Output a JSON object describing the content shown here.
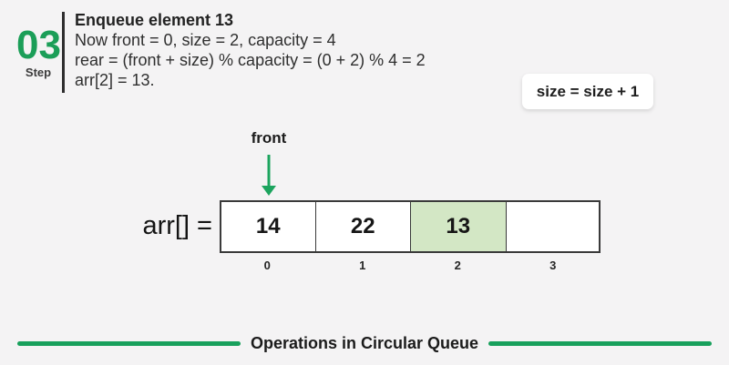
{
  "colors": {
    "background": "#f4f3f4",
    "accent_green": "#1b9e58",
    "highlight_cell": "#d3e7c5",
    "dark_text": "#2d2d2d"
  },
  "step": {
    "number": "03",
    "label": "Step"
  },
  "header": {
    "title": "Enqueue element 13",
    "lines": [
      "Now front = 0, size = 2, capacity = 4",
      "rear = (front + size) % capacity = (0 + 2) % 4 = 2",
      "arr[2] = 13."
    ]
  },
  "note": {
    "text": "size = size + 1"
  },
  "diagram": {
    "pointer_label": "front",
    "array_label": "arr[] =",
    "highlight_color": "#d3e7c5",
    "cells": [
      {
        "value": "14",
        "index": "0",
        "highlighted": false
      },
      {
        "value": "22",
        "index": "1",
        "highlighted": false
      },
      {
        "value": "13",
        "index": "2",
        "highlighted": true
      },
      {
        "value": "",
        "index": "3",
        "highlighted": false
      }
    ]
  },
  "footer": {
    "title": "Operations in Circular Queue"
  }
}
